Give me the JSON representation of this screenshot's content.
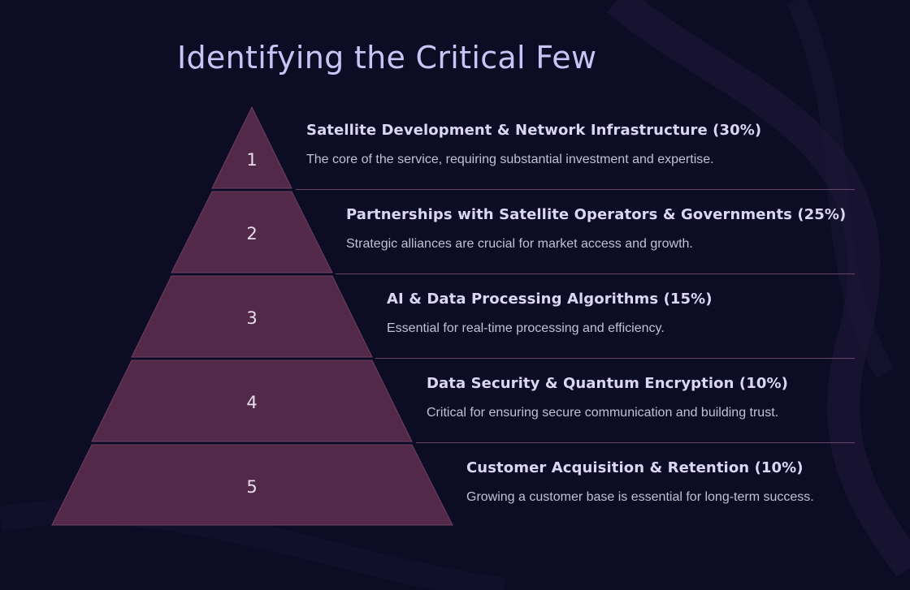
{
  "slide": {
    "title": "Identifying the Critical Few"
  },
  "colors": {
    "background": "#0d0c25",
    "title": "#cbc3f5",
    "tier_fill": "#53294a",
    "divider": "#6a4468",
    "heading": "#dcd6f2",
    "description": "#c3bfd6"
  },
  "tiers": [
    {
      "number": "1",
      "heading": "Satellite Development & Network Infrastructure (30%)",
      "description": "The core of the service, requiring substantial investment and expertise."
    },
    {
      "number": "2",
      "heading": "Partnerships with Satellite Operators & Governments (25%)",
      "description": "Strategic alliances are crucial for market access and growth."
    },
    {
      "number": "3",
      "heading": "AI & Data Processing Algorithms (15%)",
      "description": "Essential for real-time processing and efficiency."
    },
    {
      "number": "4",
      "heading": "Data Security & Quantum Encryption (10%)",
      "description": "Critical for ensuring secure communication and building trust."
    },
    {
      "number": "5",
      "heading": "Customer Acquisition & Retention (10%)",
      "description": "Growing a customer base is essential for long-term success."
    }
  ]
}
